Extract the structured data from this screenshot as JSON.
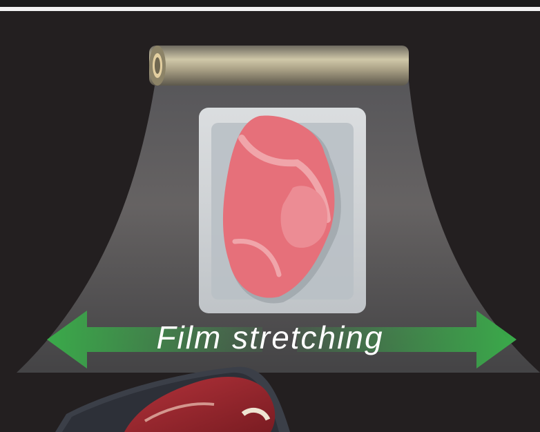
{
  "illustration": {
    "caption": "Film stretching",
    "icons": [
      "film-roll",
      "meat-tray",
      "double-arrow",
      "steak-photo"
    ],
    "colors": {
      "background": "#231f20",
      "arrow": "#3aaa4a",
      "film": "#8a8a8a",
      "meat": "#e6707a",
      "tray": "#d8dde0"
    }
  }
}
